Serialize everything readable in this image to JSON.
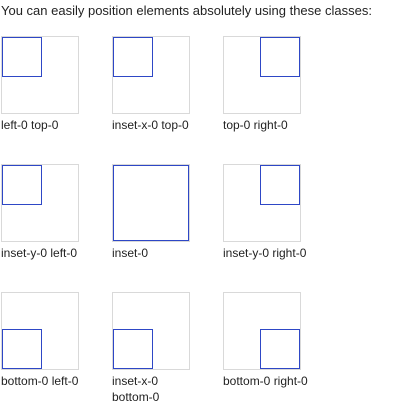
{
  "intro_text": "You can easily position elements absolutely using these classes:",
  "accent_color": "#2e47c6",
  "frame_color": "#d9d9d9",
  "examples": [
    {
      "label": "left-0 top-0"
    },
    {
      "label": "inset-x-0 top-0"
    },
    {
      "label": "top-0 right-0"
    },
    {
      "label": "inset-y-0 left-0"
    },
    {
      "label": "inset-0"
    },
    {
      "label": "inset-y-0 right-0"
    },
    {
      "label": "bottom-0 left-0"
    },
    {
      "label": "inset-x-0 bottom-0"
    },
    {
      "label": "bottom-0 right-0"
    }
  ]
}
